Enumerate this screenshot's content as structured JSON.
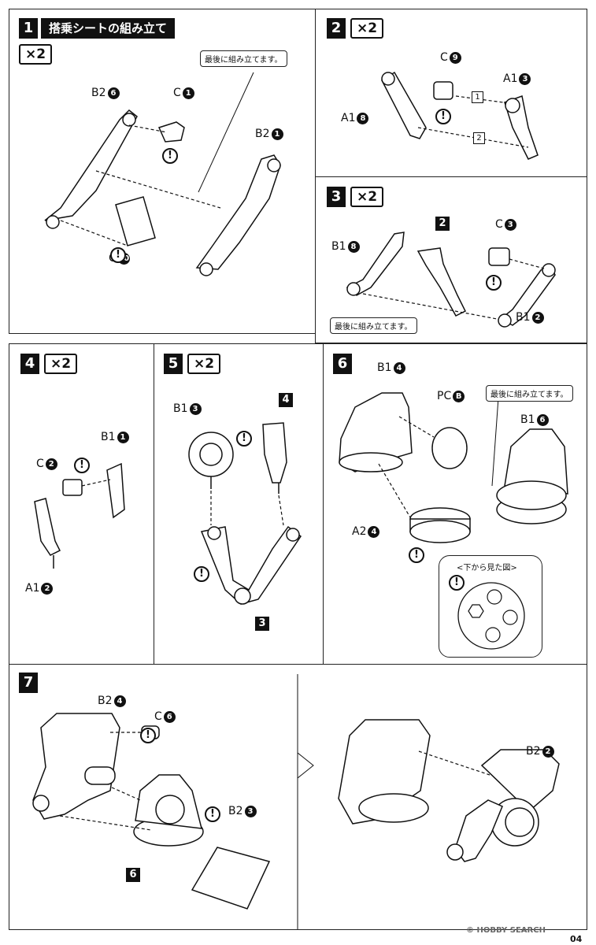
{
  "step1": {
    "num": "1",
    "title": "搭乗シートの組み立て",
    "mult": "×2",
    "note": "最後に組み立てます。",
    "parts": {
      "b2_6": "B2",
      "b2_6n": "6",
      "c_1": "C",
      "c_1n": "1",
      "b2_1": "B2",
      "b2_1n": "1",
      "c_10": "C",
      "c_10n": "10"
    }
  },
  "step2": {
    "num": "2",
    "mult": "×2",
    "parts": {
      "c_9": "C",
      "c_9n": "9",
      "a1_3": "A1",
      "a1_3n": "3",
      "a1_8": "A1",
      "a1_8n": "8"
    },
    "seq": [
      "1",
      "2"
    ]
  },
  "step3": {
    "num": "3",
    "mult": "×2",
    "note": "最後に組み立てます。",
    "ref": "2",
    "parts": {
      "b1_8": "B1",
      "b1_8n": "8",
      "c_3": "C",
      "c_3n": "3",
      "b1_2": "B1",
      "b1_2n": "2"
    }
  },
  "step4": {
    "num": "4",
    "mult": "×2",
    "parts": {
      "b1_1": "B1",
      "b1_1n": "1",
      "c_2": "C",
      "c_2n": "2",
      "a1_2": "A1",
      "a1_2n": "2"
    }
  },
  "step5": {
    "num": "5",
    "mult": "×2",
    "ref_top": "4",
    "ref_bottom": "3",
    "parts": {
      "b1_3": "B1",
      "b1_3n": "3"
    }
  },
  "step6": {
    "num": "6",
    "note": "最後に組み立てます。",
    "bottom_view": "<下から見た図>",
    "parts": {
      "b1_4": "B1",
      "b1_4n": "4",
      "pc_b": "PC",
      "pc_bn": "B",
      "b1_6": "B1",
      "b1_6n": "6",
      "a2_4": "A2",
      "a2_4n": "4"
    }
  },
  "step7": {
    "num": "7",
    "ref": "6",
    "parts": {
      "b2_4": "B2",
      "b2_4n": "4",
      "c_6": "C",
      "c_6n": "6",
      "b2_3": "B2",
      "b2_3n": "3",
      "b2_2": "B2",
      "b2_2n": "2"
    }
  },
  "caution_mark": "!",
  "footer": {
    "brand": "© HOBBY SEARCH",
    "page": "04"
  }
}
